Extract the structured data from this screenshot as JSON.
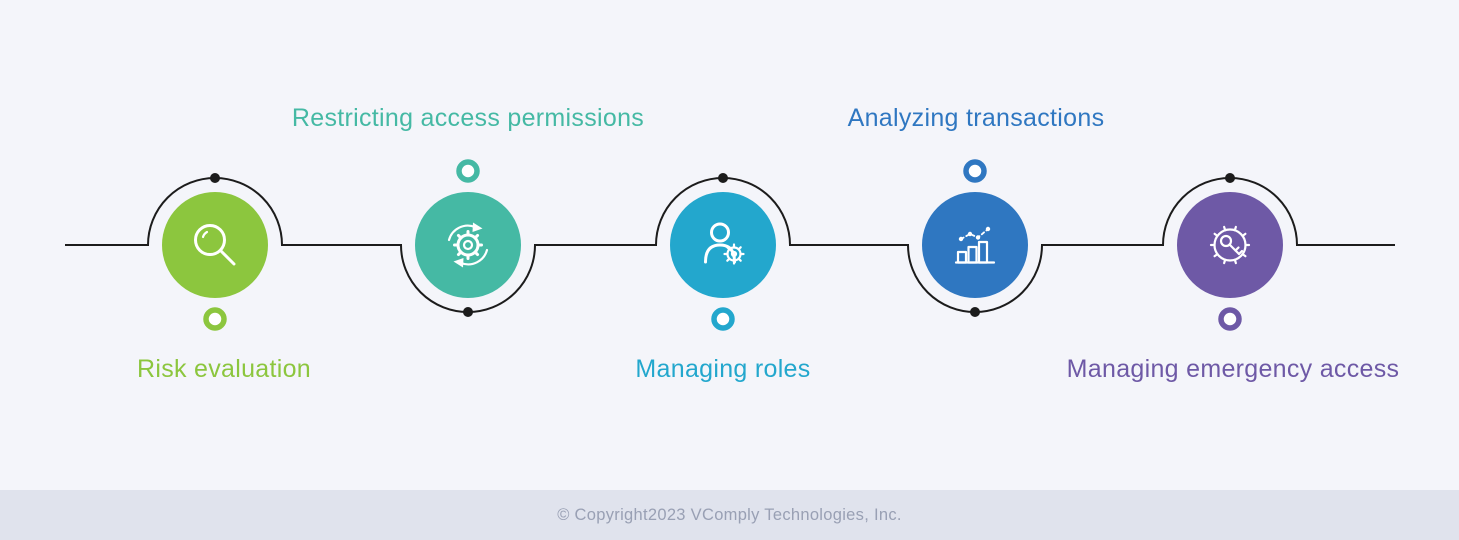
{
  "background": "#f4f5fa",
  "steps": [
    {
      "label": "Risk evaluation",
      "color": "#8cc63e",
      "icon": "magnifier-icon",
      "label_position": "below"
    },
    {
      "label": "Restricting access permissions",
      "color": "#45b9a4",
      "icon": "sync-gear-icon",
      "label_position": "above"
    },
    {
      "label": "Managing roles",
      "color": "#23a7cd",
      "icon": "user-gear-icon",
      "label_position": "below"
    },
    {
      "label": "Analyzing transactions",
      "color": "#2f77c1",
      "icon": "bar-chart-icon",
      "label_position": "above"
    },
    {
      "label": "Managing emergency access",
      "color": "#6e59a6",
      "icon": "gear-key-icon",
      "label_position": "below"
    }
  ],
  "footer": {
    "text": "© Copyright2023 VComply Technologies, Inc."
  }
}
